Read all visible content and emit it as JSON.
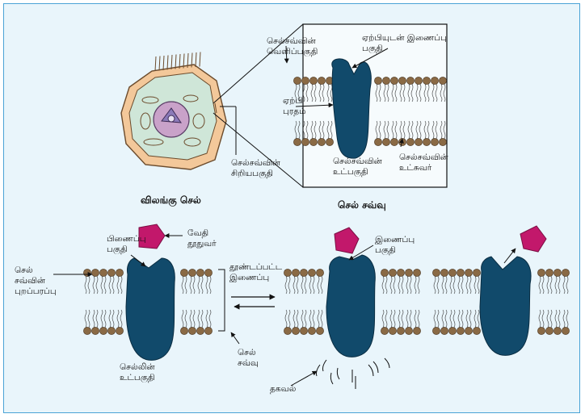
{
  "colors": {
    "background": "#e9f5fb",
    "frame": "#4aa3d6",
    "receptor": "#114a6b",
    "signal": "#c2186b",
    "lipid_head": "#8a6a45",
    "cell_cytoplasm": "#cfe6d8",
    "cell_wall": "#f3c89a",
    "nucleus": "#8b7ab8"
  },
  "top": {
    "animal_cell_caption": "விலங்கு செல்",
    "membrane_caption": "செல் சவ்வு",
    "labels": {
      "membrane_outer": [
        "செல்சவ்வின்",
        "வெளிப்பகுதி"
      ],
      "binding_site": [
        "ஏற்பியுடன் இணைப்பு",
        "பகுதி"
      ],
      "receptor_protein": [
        "ஏற்பி",
        "புரதம்"
      ],
      "membrane_inner": [
        "செல்சவ்வின்",
        "உட்பகுதி"
      ],
      "inner_wall": [
        "செல்சவ்வின்",
        "உட்சுவர்"
      ],
      "small_part": [
        "செல்சவ்வின்",
        "சிறியபகுதி"
      ]
    }
  },
  "bottom": {
    "labels": {
      "binding_part": [
        "பிணைப்பு",
        "பகுதி"
      ],
      "chemical_messenger": [
        "வேதி",
        "தூதுவர்"
      ],
      "cell_surface": [
        "செல்",
        "சவ்வின்",
        "புறப்பரப்பு"
      ],
      "cell_interior": [
        "செல்லின்",
        "உட்பகுதி"
      ],
      "triggered_binding": [
        "தூண்டப்பட்ட",
        "இணைப்பு"
      ],
      "cell_membrane": [
        "செல்",
        "சவ்வு"
      ],
      "binding_site_2": [
        "இணைப்பு",
        "பகுதி"
      ],
      "message": [
        "தகவல்"
      ]
    }
  }
}
